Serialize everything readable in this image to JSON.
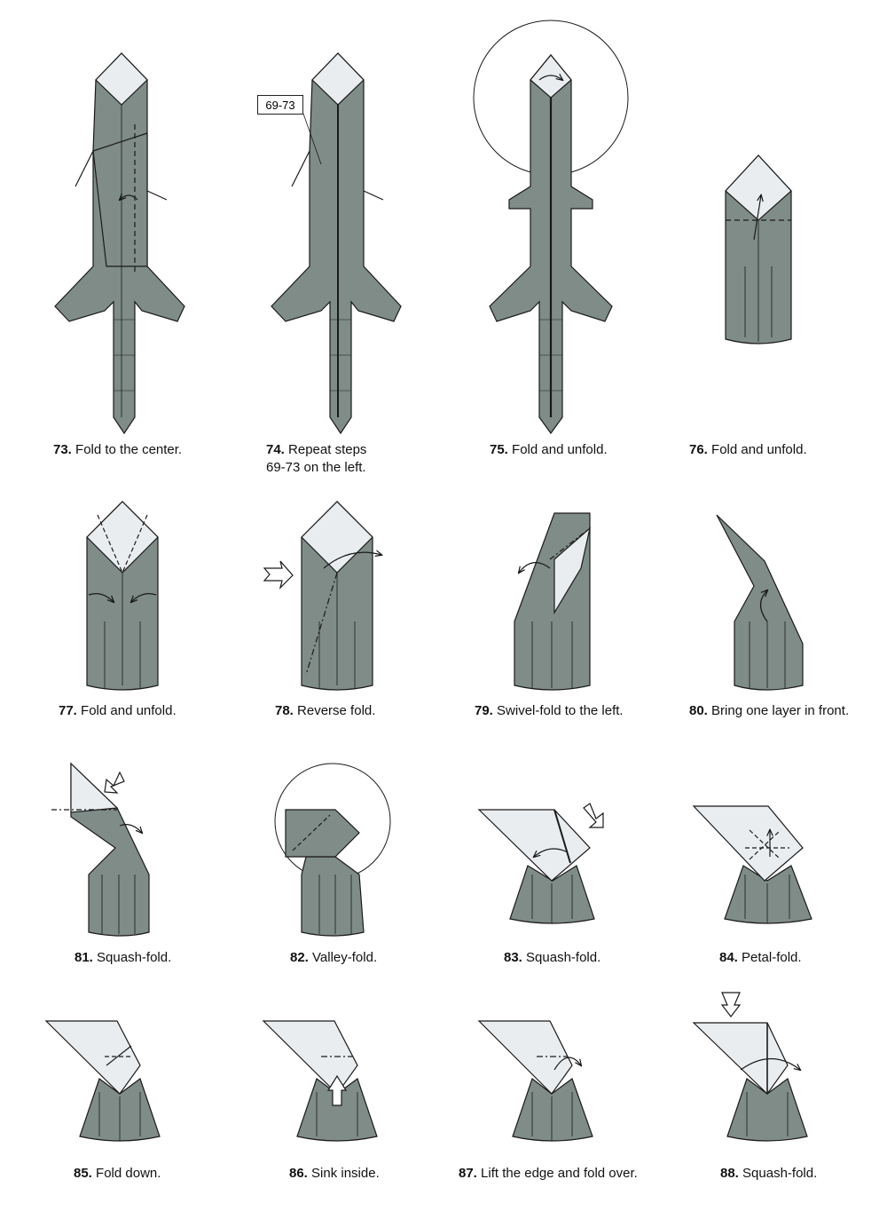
{
  "steps": [
    {
      "num": "73.",
      "text": "Fold to the center."
    },
    {
      "num": "74.",
      "text": "Repeat steps",
      "text2": "69-73 on the left."
    },
    {
      "num": "75.",
      "text": "Fold and unfold."
    },
    {
      "num": "76.",
      "text": "Fold and unfold."
    },
    {
      "num": "77.",
      "text": "Fold and unfold."
    },
    {
      "num": "78.",
      "text": "Reverse fold."
    },
    {
      "num": "79.",
      "text": "Swivel-fold to the left."
    },
    {
      "num": "80.",
      "text": "Bring one layer in front."
    },
    {
      "num": "81.",
      "text": "Squash-fold."
    },
    {
      "num": "82.",
      "text": "Valley-fold."
    },
    {
      "num": "83.",
      "text": "Squash-fold."
    },
    {
      "num": "84.",
      "text": "Petal-fold."
    },
    {
      "num": "85.",
      "text": "Fold down."
    },
    {
      "num": "86.",
      "text": "Sink inside."
    },
    {
      "num": "87.",
      "text": "Lift the edge and fold over."
    },
    {
      "num": "88.",
      "text": "Squash-fold."
    }
  ],
  "reference_label": "69-73",
  "colors": {
    "paper": "#7f8c87",
    "paper_light": "#e9edf0",
    "line": "#1a1a1a"
  }
}
